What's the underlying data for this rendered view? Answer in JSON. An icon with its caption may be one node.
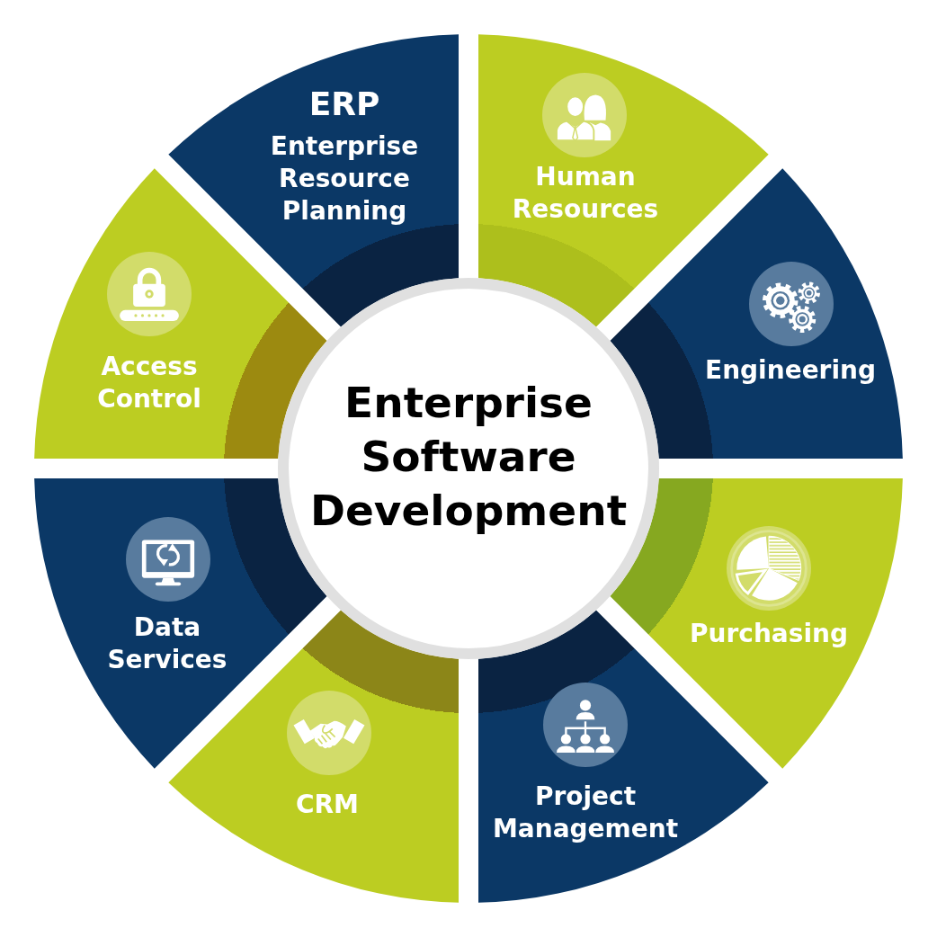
{
  "diagram": {
    "nodes": [
      {
        "text": [
          "Enterprise Software Development"
        ]
      },
      {
        "text": [
          "ERP",
          "Enterprise Resource Planning"
        ]
      },
      {
        "text": [
          "Human Resources"
        ]
      },
      {
        "text": [
          "Engineering"
        ]
      },
      {
        "text": [
          "Purchasing"
        ]
      },
      {
        "text": [
          "Project Management"
        ]
      },
      {
        "text": [
          "CRM"
        ]
      },
      {
        "text": [
          "Data Services"
        ]
      },
      {
        "text": [
          "Access Control"
        ]
      }
    ]
  }
}
